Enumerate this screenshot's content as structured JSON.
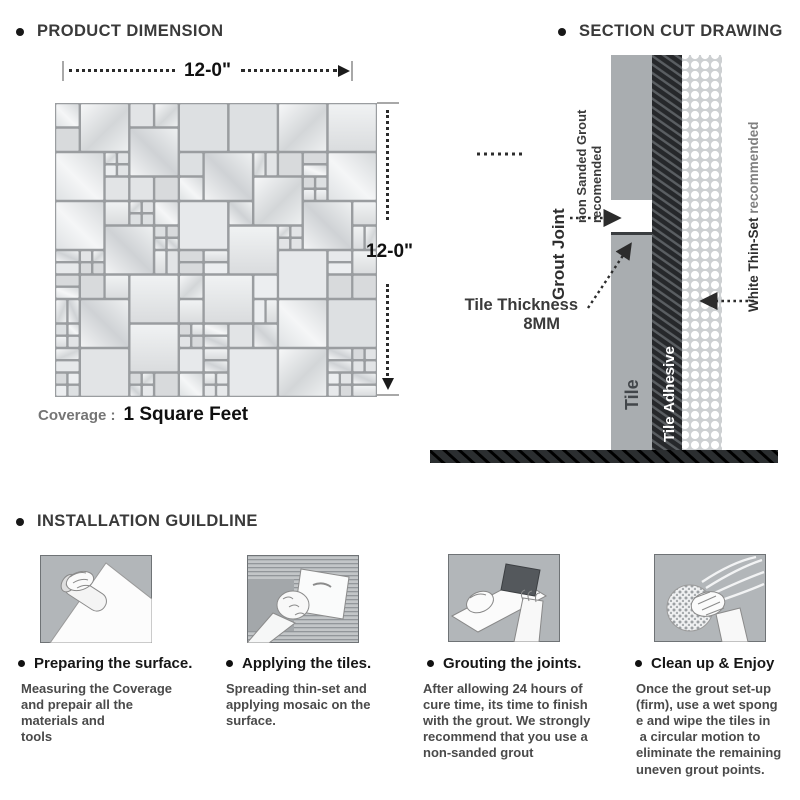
{
  "product_dimension": {
    "title": "PRODUCT DIMENSION",
    "width_label": "12-0\"",
    "height_label": "12-0\"",
    "coverage_label": "Coverage :",
    "coverage_value": "1 Square Feet"
  },
  "section_cut": {
    "title": "SECTION CUT DRAWING",
    "grout_joint_label": "Grout Joint",
    "grout_note_line1": "non Sanded Grout",
    "grout_note_line2": "recomended",
    "tile_thickness_line1": "Tile Thickness",
    "tile_thickness_line2": "8MM",
    "tile_label": "Tile",
    "tile_adhesive_label": "Tile Adhesive",
    "thinset_label_bold": "White Thin-Set",
    "thinset_label_rest": " recommended"
  },
  "installation": {
    "title": "INSTALLATION GUILDLINE",
    "steps": [
      {
        "caption": "Preparing the surface.",
        "description": "Measuring the Coverage\nand prepair all the\nmaterials and\ntools"
      },
      {
        "caption": "Applying the tiles.",
        "description": "Spreading thin-set and\napplying mosaic on the\nsurface."
      },
      {
        "caption": "Grouting the joints.",
        "description": "After allowing 24 hours of\ncure time, its time to finish\nwith the grout. We strongly\nrecommend that you use a\nnon-sanded grout"
      },
      {
        "caption": "Clean up & Enjoy",
        "description": "Once the grout set-up\n(firm), use a wet spong\ne and wipe the tiles in\n a circular motion to\neliminate the remaining\nuneven grout points."
      }
    ]
  },
  "colors": {
    "tile_gray": "#a9adb0",
    "adhesive_dark": "#26282b",
    "thinset_dot_bg": "#cdd0d2",
    "grout_bg": "#9a9da0",
    "illustration_bg": "#b2b6b9",
    "text_dark": "#1c1c1c",
    "text_gray": "#4a4a4a"
  }
}
